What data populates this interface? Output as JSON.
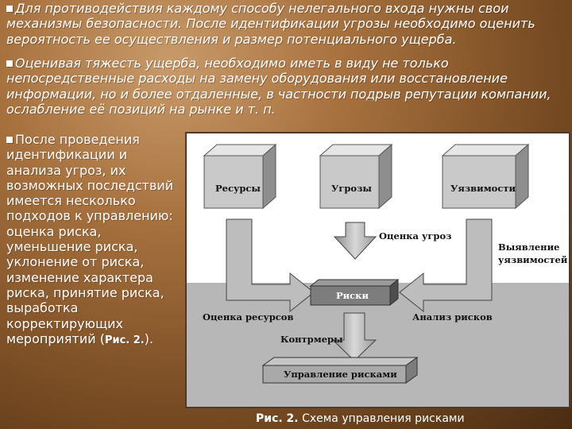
{
  "paragraphs": {
    "p1": "Для противодействия каждому способу нелегального входа нужны свои механизмы безопасности. После идентификации угрозы необходимо оценить вероятность ее осуществления и размер потенциального ущерба.",
    "p2": "Оценивая тяжесть ущерба, необходимо иметь в виду не только непосредственные расходы на замену оборудования или восстановление информации, но и более отдаленные, в частности подрыв репутации компании, ослабление её позиций на рынке и т. п.",
    "p3_text": "После проведения идентификации и анализа угроз, их возможных последствий имеется несколько подходов к управлению: оценка риска, уменьшение риска, уклонение от риска, изменение характера риска, принятие риска, выработка корректирующих мероприятий (",
    "p3_ref": "Рис. 2.",
    "p3_end": ")."
  },
  "diagram": {
    "resources": "Ресурсы",
    "threats": "Угрозы",
    "vulnerabilities": "Уязвимости",
    "threat_assessment": "Оценка угроз",
    "vuln_detect_line1": "Выявление",
    "vuln_detect_line2": "уязвимостей",
    "risks": "Риски",
    "resource_assessment": "Оценка ресурсов",
    "risk_analysis": "Анализ рисков",
    "countermeasures": "Контрмеры",
    "risk_management": "Управление рисками"
  },
  "caption": {
    "prefix": "Рис. 2.",
    "text": " Схема управления рисками"
  },
  "colors": {
    "bullet": "#ffffff",
    "text": "#ffffff",
    "box_front": "#c9c9c9",
    "box_top": "#e6e6e6",
    "box_side": "#8e8e8e",
    "diagram_band": "#b7b7b7"
  }
}
